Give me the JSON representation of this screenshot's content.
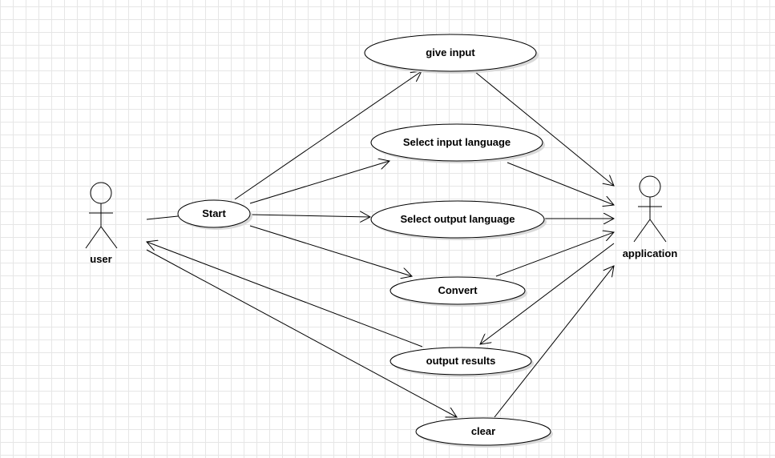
{
  "diagram": {
    "actors": [
      {
        "id": "user",
        "label": "user"
      },
      {
        "id": "application",
        "label": "application"
      }
    ],
    "use_cases": [
      {
        "id": "start",
        "label": "Start"
      },
      {
        "id": "give_input",
        "label": "give input"
      },
      {
        "id": "select_input_language",
        "label": "Select input language"
      },
      {
        "id": "select_output_language",
        "label": "Select output language"
      },
      {
        "id": "convert",
        "label": "Convert"
      },
      {
        "id": "output_results",
        "label": "output results"
      },
      {
        "id": "clear",
        "label": "clear"
      }
    ],
    "edges": [
      {
        "from": "user",
        "to": "start",
        "arrow": false
      },
      {
        "from": "start",
        "to": "give_input",
        "arrow": true
      },
      {
        "from": "start",
        "to": "select_input_language",
        "arrow": true
      },
      {
        "from": "start",
        "to": "select_output_language",
        "arrow": true
      },
      {
        "from": "start",
        "to": "convert",
        "arrow": true
      },
      {
        "from": "give_input",
        "to": "application",
        "arrow": true
      },
      {
        "from": "select_input_language",
        "to": "application",
        "arrow": true
      },
      {
        "from": "select_output_language",
        "to": "application",
        "arrow": true
      },
      {
        "from": "convert",
        "to": "application",
        "arrow": true
      },
      {
        "from": "application",
        "to": "output_results",
        "arrow": true
      },
      {
        "from": "output_results",
        "to": "user",
        "arrow": true
      },
      {
        "from": "user",
        "to": "clear",
        "arrow": true
      },
      {
        "from": "clear",
        "to": "application",
        "arrow": true
      }
    ]
  }
}
